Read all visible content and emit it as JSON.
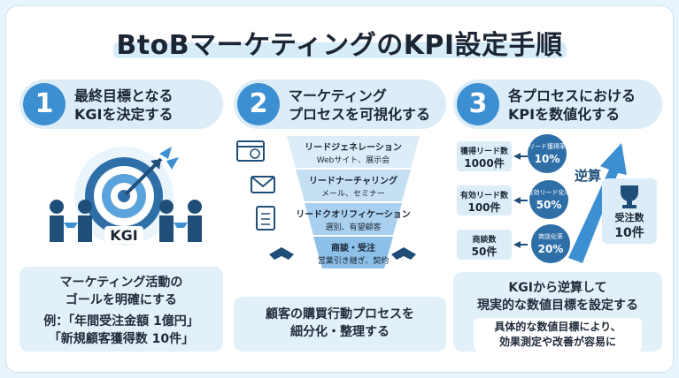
{
  "title": "BtoBマーケティングのKPI設定手順",
  "steps": [
    {
      "number": "1",
      "heading_line1": "最終目標となる",
      "heading_line2": "KGIを決定する",
      "target_label": "KGI",
      "desc_line1": "マーケティング活動の",
      "desc_line2": "ゴールを明確にする",
      "example_line1": "例：「年間受注金額 1億円」",
      "example_line2": "「新規顧客獲得数 10件」"
    },
    {
      "number": "2",
      "heading_line1": "マーケティング",
      "heading_line2": "プロセスを可視化する",
      "funnel": [
        {
          "title": "リードジェネレーション",
          "sub": "Webサイト、展示会"
        },
        {
          "title": "リードナーチャリング",
          "sub": "メール、セミナー"
        },
        {
          "title": "リードクオリフィケーション",
          "sub": "選別、有望顧客"
        },
        {
          "title": "商談・受注",
          "sub": "営業引き継ぎ、契約"
        }
      ],
      "desc_line1": "顧客の購買行動プロセスを",
      "desc_line2": "細分化・整理する"
    },
    {
      "number": "3",
      "heading_line1": "各プロセスにおける",
      "heading_line2": "KPIを数値化する",
      "metrics": [
        {
          "label": "獲得リード数",
          "value": "1000件"
        },
        {
          "label": "有効リード数",
          "value": "100件"
        },
        {
          "label": "商談数",
          "value": "50件"
        }
      ],
      "rates": [
        {
          "label": "リード獲得率",
          "value": "10%"
        },
        {
          "label": "有効リード化率",
          "value": "50%"
        },
        {
          "label": "商談化率",
          "value": "20%"
        }
      ],
      "reverse_label": "逆算",
      "goal_label": "受注数",
      "goal_value": "10件",
      "desc_line1": "KGIから逆算して",
      "desc_line2": "現実的な数値目標を設定する",
      "note_line1": "具体的な数値目標により、",
      "note_line2": "効果測定や改善が容易に"
    }
  ],
  "colors": {
    "accent": "#3c8fd0",
    "light": "#dcedf8",
    "dark": "#1f4e79"
  }
}
